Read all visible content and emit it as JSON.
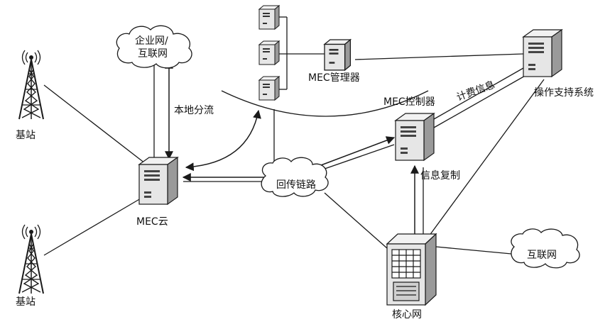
{
  "labels": {
    "enterprise_net_line1": "企业网/",
    "enterprise_net_line2": "互联网",
    "local_offload": "本地分流",
    "bs_top": "基站",
    "bs_bottom": "基站",
    "mec_cloud": "MEC云",
    "mec_manager": "MEC管理器",
    "mec_controller": "MEC控制器",
    "billing_info": "计费信息",
    "oss": "操作支持系统",
    "backhaul": "回传链路",
    "info_copy": "信息复制",
    "internet": "互联网",
    "core_network": "核心网"
  },
  "icons": {
    "tower": "cell-tower-icon",
    "server": "server-icon",
    "rack": "server-rack-icon",
    "cloud": "cloud-icon"
  },
  "colors": {
    "line": "#1a1a1a",
    "server_body": "#e6e6e6",
    "server_shade": "#9a9a9a",
    "background": "#ffffff"
  }
}
